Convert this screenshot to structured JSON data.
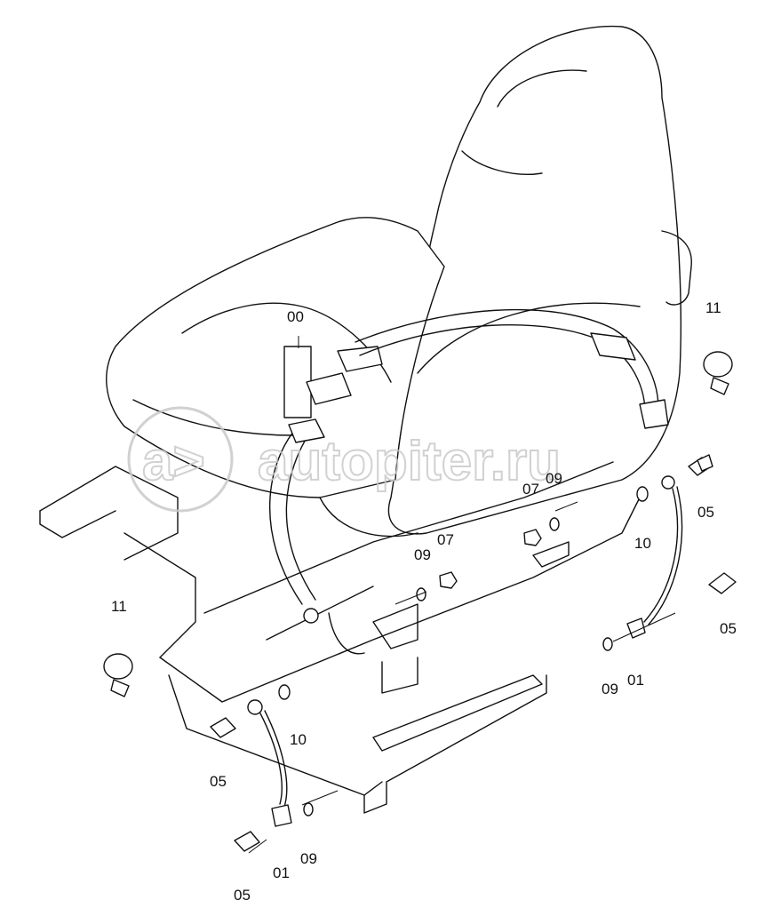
{
  "labels": {
    "seat_belt": "00",
    "clip_left": "11",
    "clip_right": "11",
    "nut_left": "07",
    "nut_right": "07",
    "washer_upper_left": "09",
    "washer_upper_right": "09",
    "washer_lower_right": "09",
    "washer_lower_left": "09",
    "spring_washer_right": "10",
    "spring_washer_left": "10",
    "bolt_right_upper": "05",
    "bolt_right_lower": "05",
    "bolt_left_upper": "05",
    "bolt_left_lower": "05",
    "cable_right": "01",
    "cable_left": "01"
  },
  "watermark": {
    "text": "autopiter.ru",
    "logo_glyph": "a>"
  }
}
